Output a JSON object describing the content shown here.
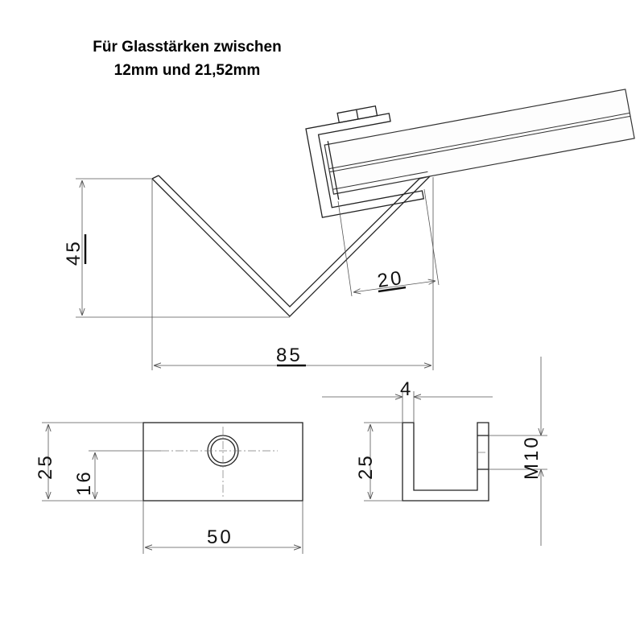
{
  "title": {
    "line1": "Für Glasstärken zwischen",
    "line2": "12mm und 21,52mm"
  },
  "dimensions": {
    "height_45": "45",
    "width_85": "85",
    "depth_20": "20",
    "front_height_25": "25",
    "hole_height_16": "16",
    "front_width_50": "50",
    "side_height_25": "25",
    "wall_thickness_4": "4",
    "thread_m10": "M10"
  },
  "colors": {
    "line": "#222222",
    "dimension": "#555555",
    "background": "#ffffff"
  }
}
